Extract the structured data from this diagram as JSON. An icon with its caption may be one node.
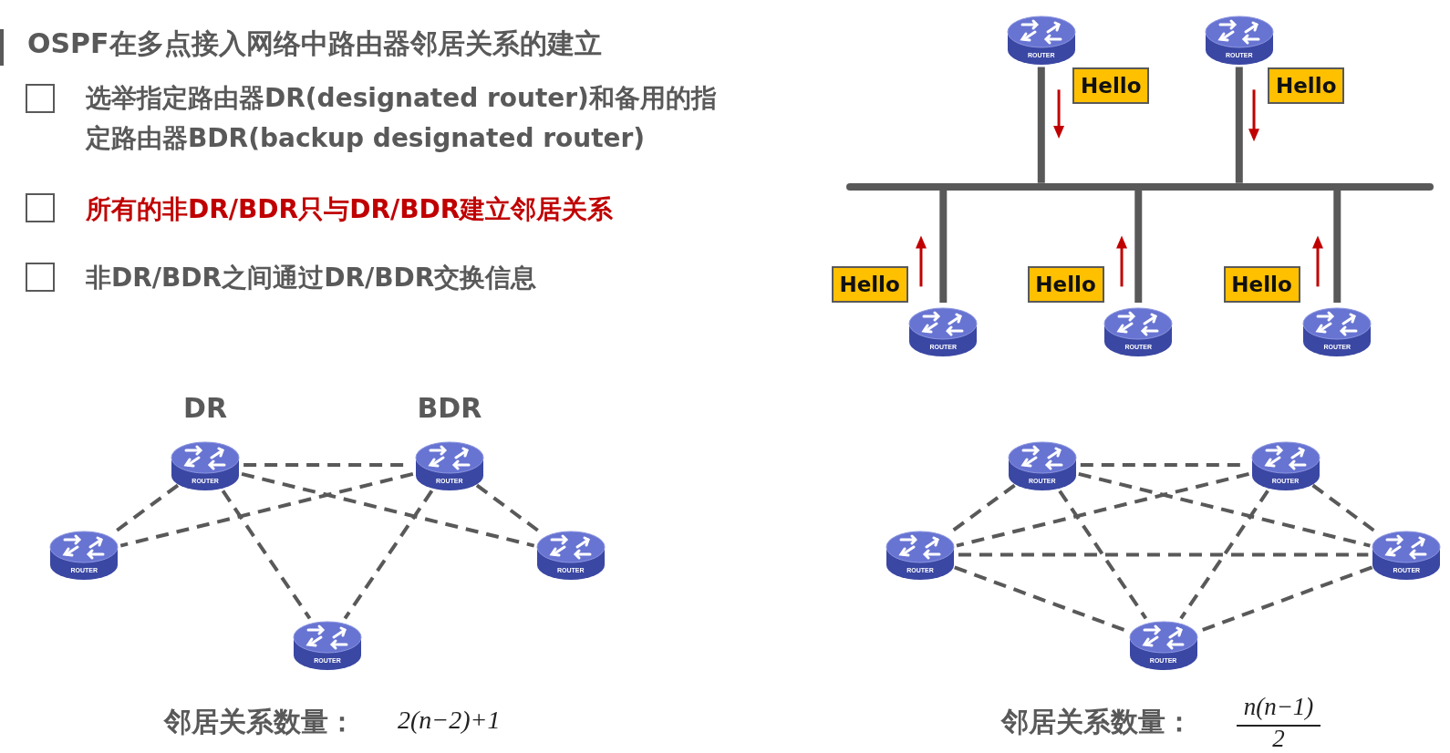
{
  "diagram": {
    "title": "OSPF在多点接入网络中路由器邻居关系的建立",
    "nodes": [
      {
        "text": [],
        "shape": "bar"
      },
      {
        "text": [
          "ROUTER"
        ]
      },
      {
        "text": [
          "ROUTER"
        ]
      },
      {
        "text": [
          "ROUTER"
        ]
      },
      {
        "text": [
          "ROUTER"
        ]
      },
      {
        "text": [
          "ROUTER"
        ]
      },
      {
        "text": [
          "Hello"
        ]
      },
      {
        "text": [
          "Hello"
        ]
      },
      {
        "text": [
          "Hello"
        ]
      },
      {
        "text": [
          "Hello"
        ]
      },
      {
        "text": [
          "Hello"
        ]
      },
      {
        "text": [
          "DR",
          "ROUTER"
        ]
      },
      {
        "text": [
          "BDR",
          "ROUTER"
        ]
      },
      {
        "text": [
          "ROUTER"
        ]
      },
      {
        "text": [
          "ROUTER"
        ]
      },
      {
        "text": [
          "ROUTER"
        ]
      },
      {
        "text": [
          "ROUTER"
        ]
      },
      {
        "text": [
          "ROUTER"
        ]
      },
      {
        "text": [
          "ROUTER"
        ]
      },
      {
        "text": [
          "ROUTER"
        ]
      },
      {
        "text": [
          "ROUTER"
        ]
      }
    ],
    "edges": [
      {
        "from": 1,
        "to": 0,
        "arrow": "none",
        "style": "thick"
      },
      {
        "from": 2,
        "to": 0,
        "arrow": "none",
        "style": "thick"
      },
      {
        "from": 3,
        "to": 0,
        "arrow": "none",
        "style": "thick"
      },
      {
        "from": 4,
        "to": 0,
        "arrow": "none",
        "style": "thick"
      },
      {
        "from": 5,
        "to": 0,
        "arrow": "none",
        "style": "thick"
      },
      {
        "from": 11,
        "to": 12,
        "arrow": "none",
        "style": "dashed"
      },
      {
        "from": 11,
        "to": 13,
        "arrow": "none",
        "style": "dashed"
      },
      {
        "from": 11,
        "to": 14,
        "arrow": "none",
        "style": "dashed"
      },
      {
        "from": 11,
        "to": 15,
        "arrow": "none",
        "style": "dashed"
      },
      {
        "from": 12,
        "to": 13,
        "arrow": "none",
        "style": "dashed"
      },
      {
        "from": 12,
        "to": 14,
        "arrow": "none",
        "style": "dashed"
      },
      {
        "from": 12,
        "to": 15,
        "arrow": "none",
        "style": "dashed"
      },
      {
        "from": 16,
        "to": 17,
        "arrow": "none",
        "style": "dashed"
      },
      {
        "from": 16,
        "to": 18,
        "arrow": "none",
        "style": "dashed"
      },
      {
        "from": 16,
        "to": 19,
        "arrow": "none",
        "style": "dashed"
      },
      {
        "from": 16,
        "to": 20,
        "arrow": "none",
        "style": "dashed"
      },
      {
        "from": 17,
        "to": 18,
        "arrow": "none",
        "style": "dashed"
      },
      {
        "from": 17,
        "to": 19,
        "arrow": "none",
        "style": "dashed"
      },
      {
        "from": 17,
        "to": 20,
        "arrow": "none",
        "style": "dashed"
      },
      {
        "from": 18,
        "to": 19,
        "arrow": "none",
        "style": "dashed"
      },
      {
        "from": 18,
        "to": 20,
        "arrow": "none",
        "style": "dashed"
      },
      {
        "from": 19,
        "to": 20,
        "arrow": "none",
        "style": "dashed"
      }
    ],
    "labels": [
      "选举**指定路由器DR**(designated router)和**备用的指定路由器BDR**(backup designated router)",
      "所有的非DR/BDR只与DR/BDR建立邻居关系",
      "非DR/BDR之间通过DR/BDR交换信息",
      "邻居关系数量：",
      "2(n−2)+1",
      "邻居关系数量：",
      "n(n−1)",
      "2"
    ]
  }
}
